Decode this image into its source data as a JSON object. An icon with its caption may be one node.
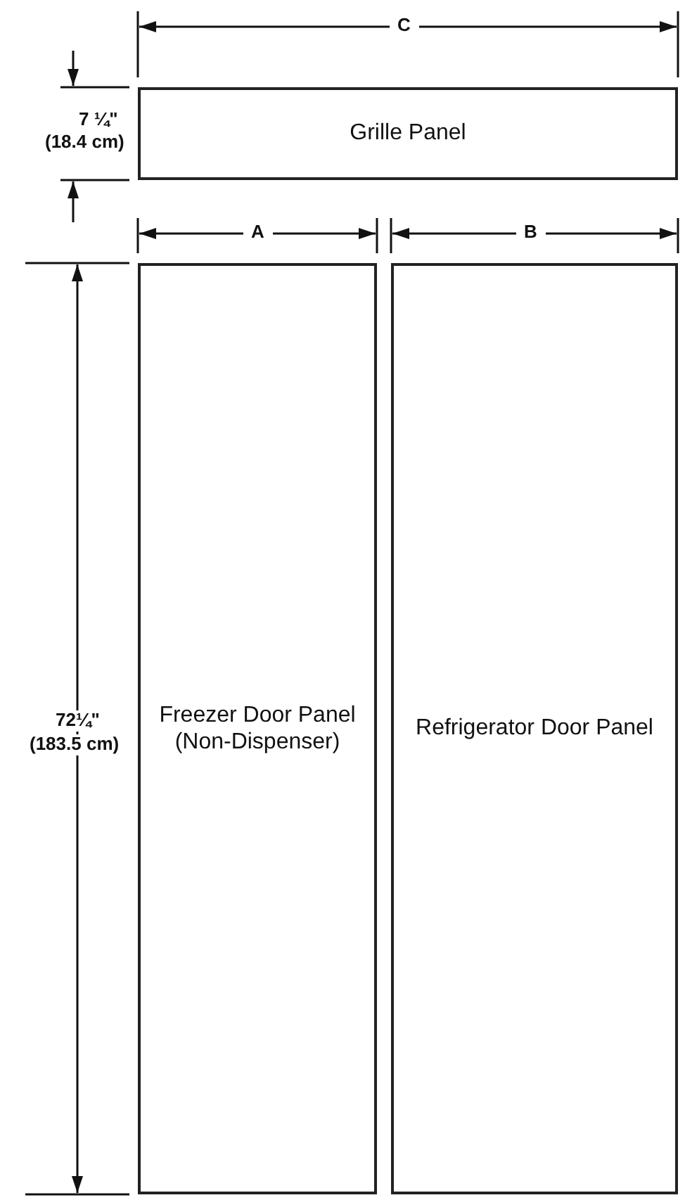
{
  "diagram": {
    "nodes": [
      {
        "text": [
          "Grille Panel"
        ]
      },
      {
        "text": [
          "Freezer Door Panel (Non-Dispenser)"
        ]
      },
      {
        "text": [
          "Refrigerator Door Panel"
        ]
      }
    ],
    "labels": [
      "C",
      "7 ¼\"",
      "(18.4 cm)",
      "A",
      "B",
      "72¼\"",
      "(183.5 cm)"
    ]
  }
}
